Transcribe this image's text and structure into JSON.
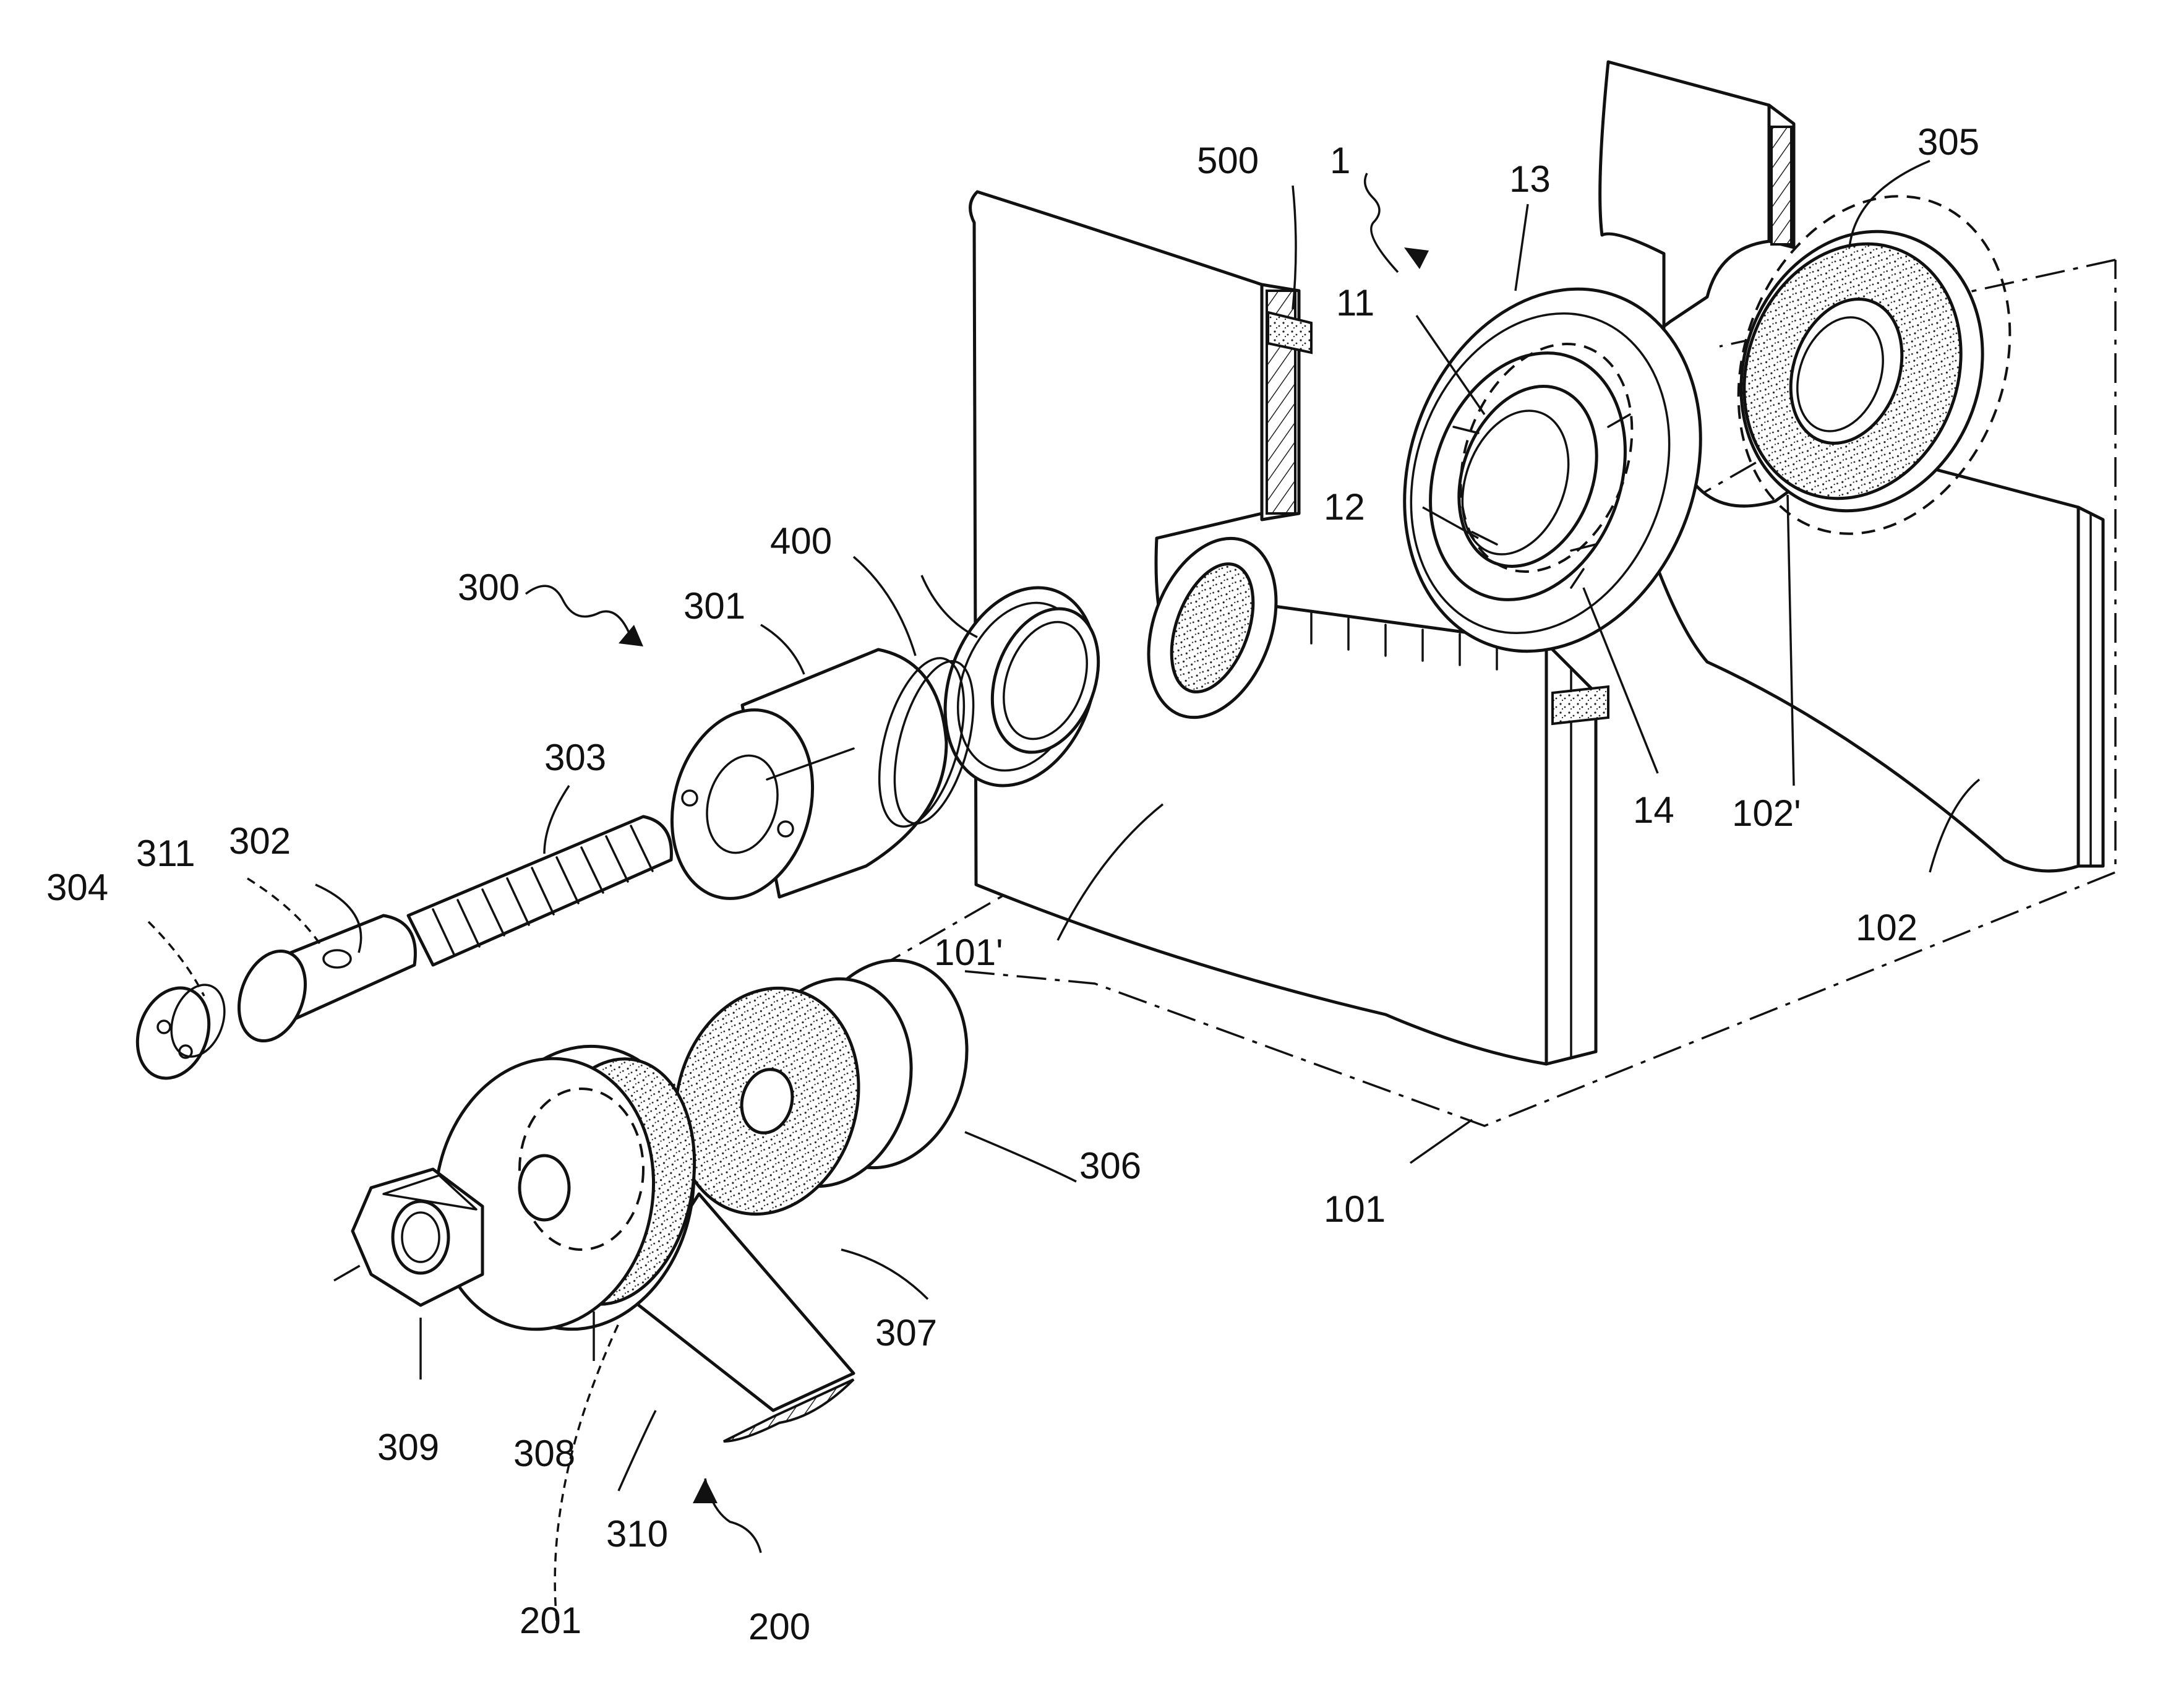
{
  "callouts": {
    "c1": "1",
    "c11": "11",
    "c12": "12",
    "c13": "13",
    "c14": "14",
    "c101": "101",
    "c101p": "101'",
    "c102": "102",
    "c102p": "102'",
    "c200": "200",
    "c201": "201",
    "c300": "300",
    "c301": "301",
    "c302": "302",
    "c303": "303",
    "c304": "304",
    "c305": "305",
    "c306": "306",
    "c307": "307",
    "c308": "308",
    "c309": "309",
    "c310": "310",
    "c311": "311",
    "c400": "400",
    "c500": "500"
  },
  "colors": {
    "ink": "#111111",
    "paper": "#ffffff"
  }
}
